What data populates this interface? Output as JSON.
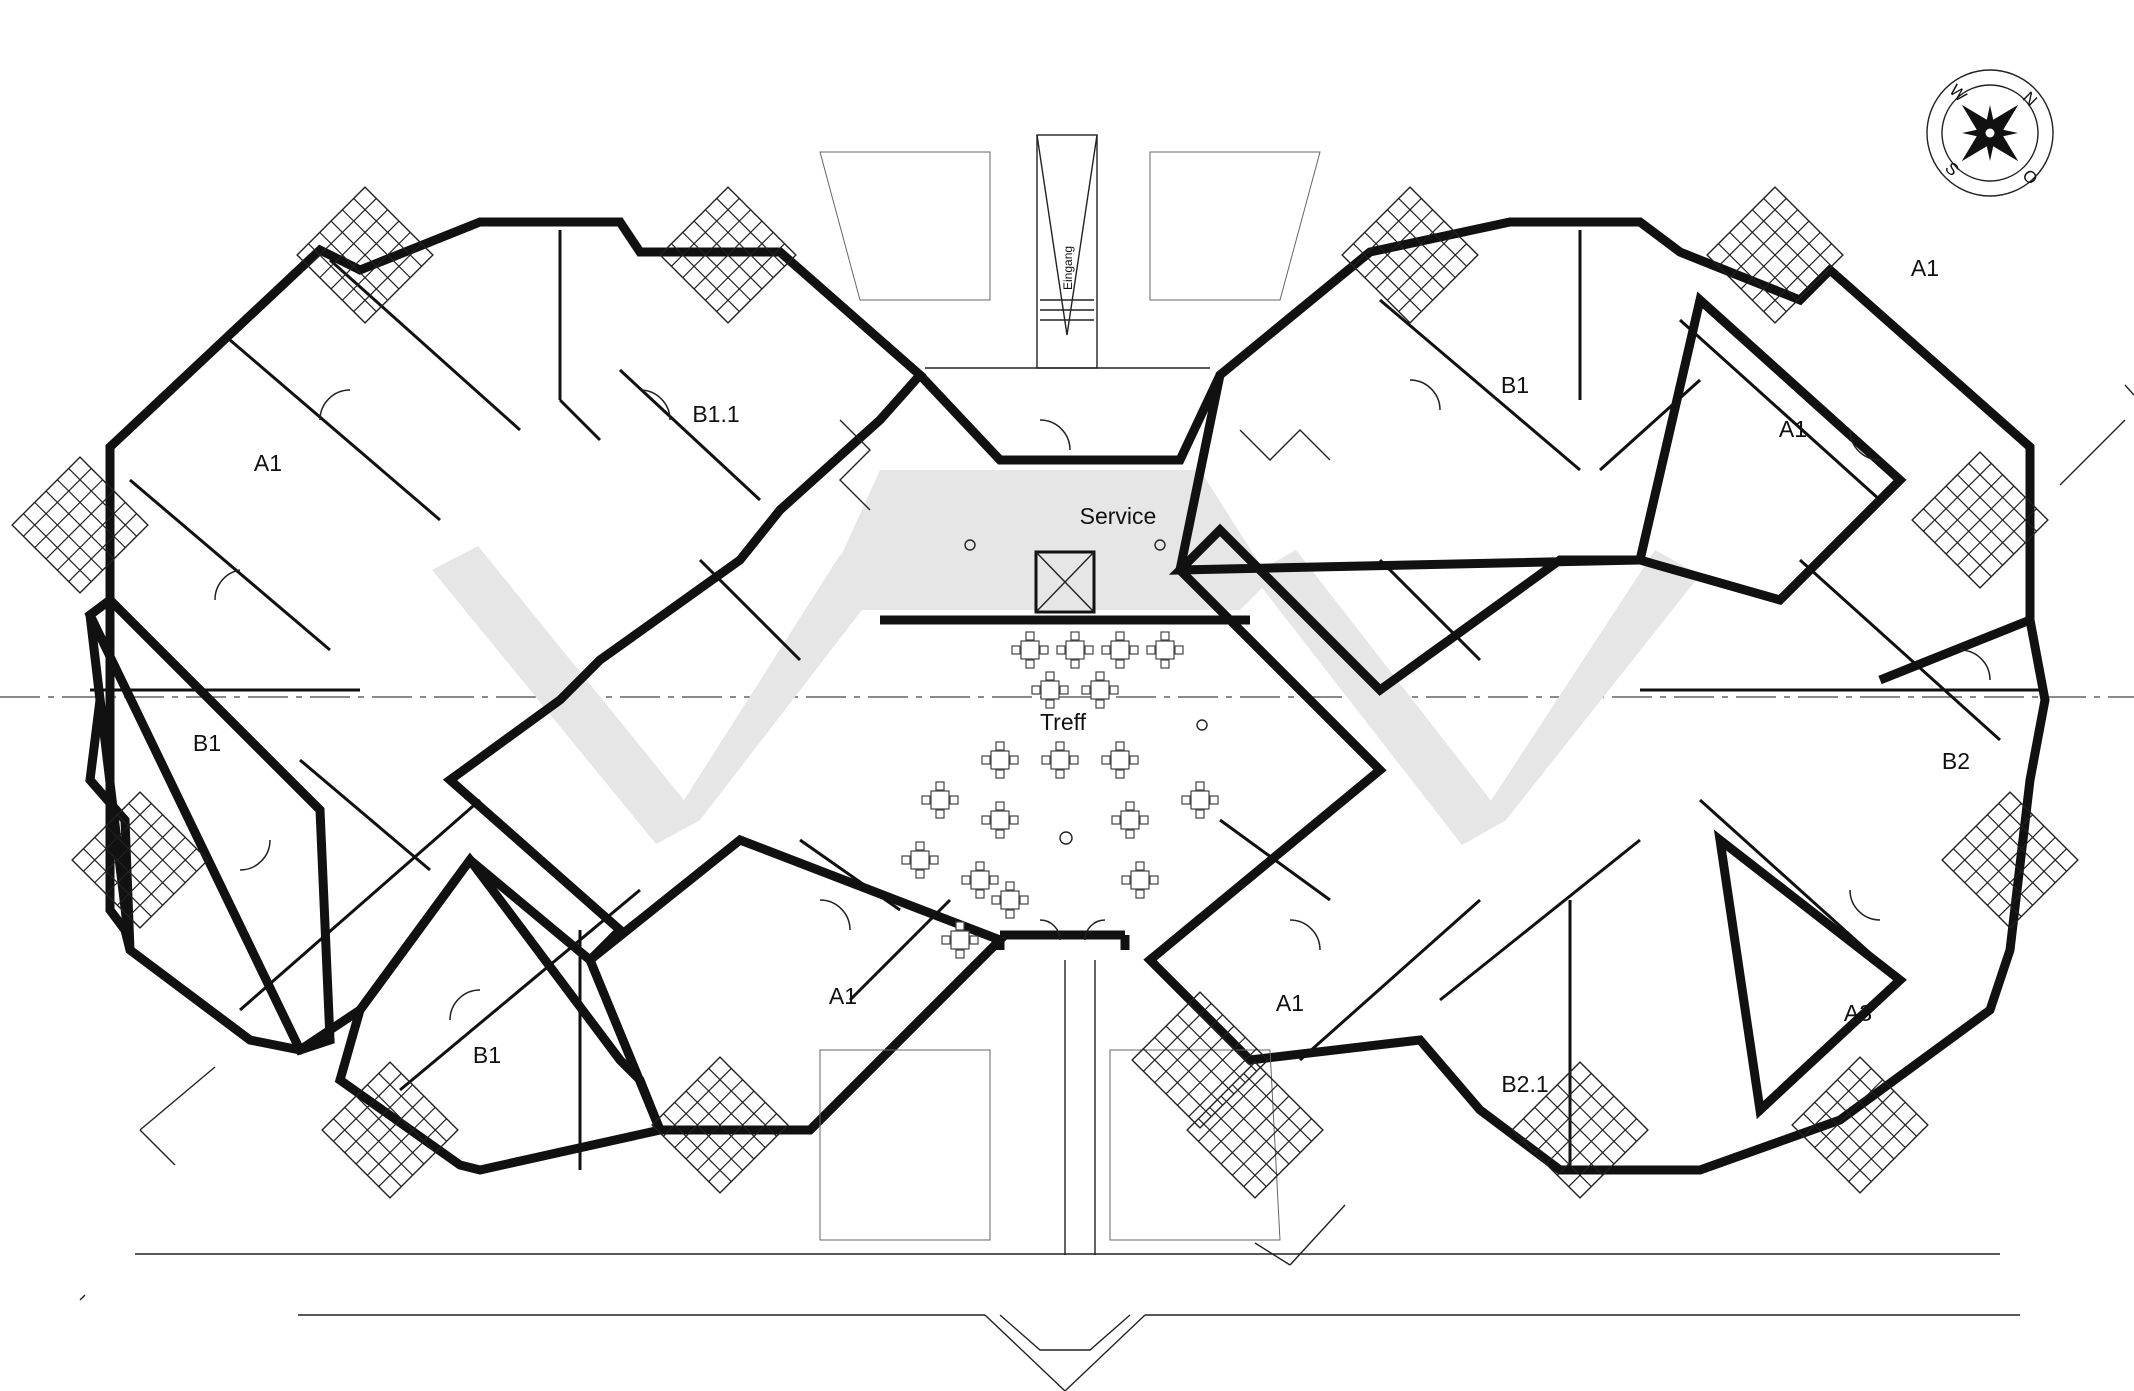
{
  "labels": {
    "service": "Service",
    "treff": "Treff",
    "eingang": "Eingang"
  },
  "units": [
    {
      "id": "tl-a1",
      "label": "A1"
    },
    {
      "id": "tl-b11",
      "label": "B1.1"
    },
    {
      "id": "l-b1",
      "label": "B1"
    },
    {
      "id": "bl-b1",
      "label": "B1"
    },
    {
      "id": "bc-a1-left",
      "label": "A1"
    },
    {
      "id": "tr-b1",
      "label": "B1"
    },
    {
      "id": "tr-a1-inner",
      "label": "A1"
    },
    {
      "id": "tr-a1-outer",
      "label": "A1"
    },
    {
      "id": "r-b2",
      "label": "B2"
    },
    {
      "id": "bc-a1-right",
      "label": "A1"
    },
    {
      "id": "br-b21",
      "label": "B2.1"
    },
    {
      "id": "br-a3",
      "label": "A3"
    }
  ],
  "compass": {
    "n": "N",
    "o": "O",
    "s": "S",
    "w": "W"
  },
  "colors": {
    "wall": "#111111",
    "corridor_shade": "#e6e6e6",
    "background": "#ffffff"
  }
}
